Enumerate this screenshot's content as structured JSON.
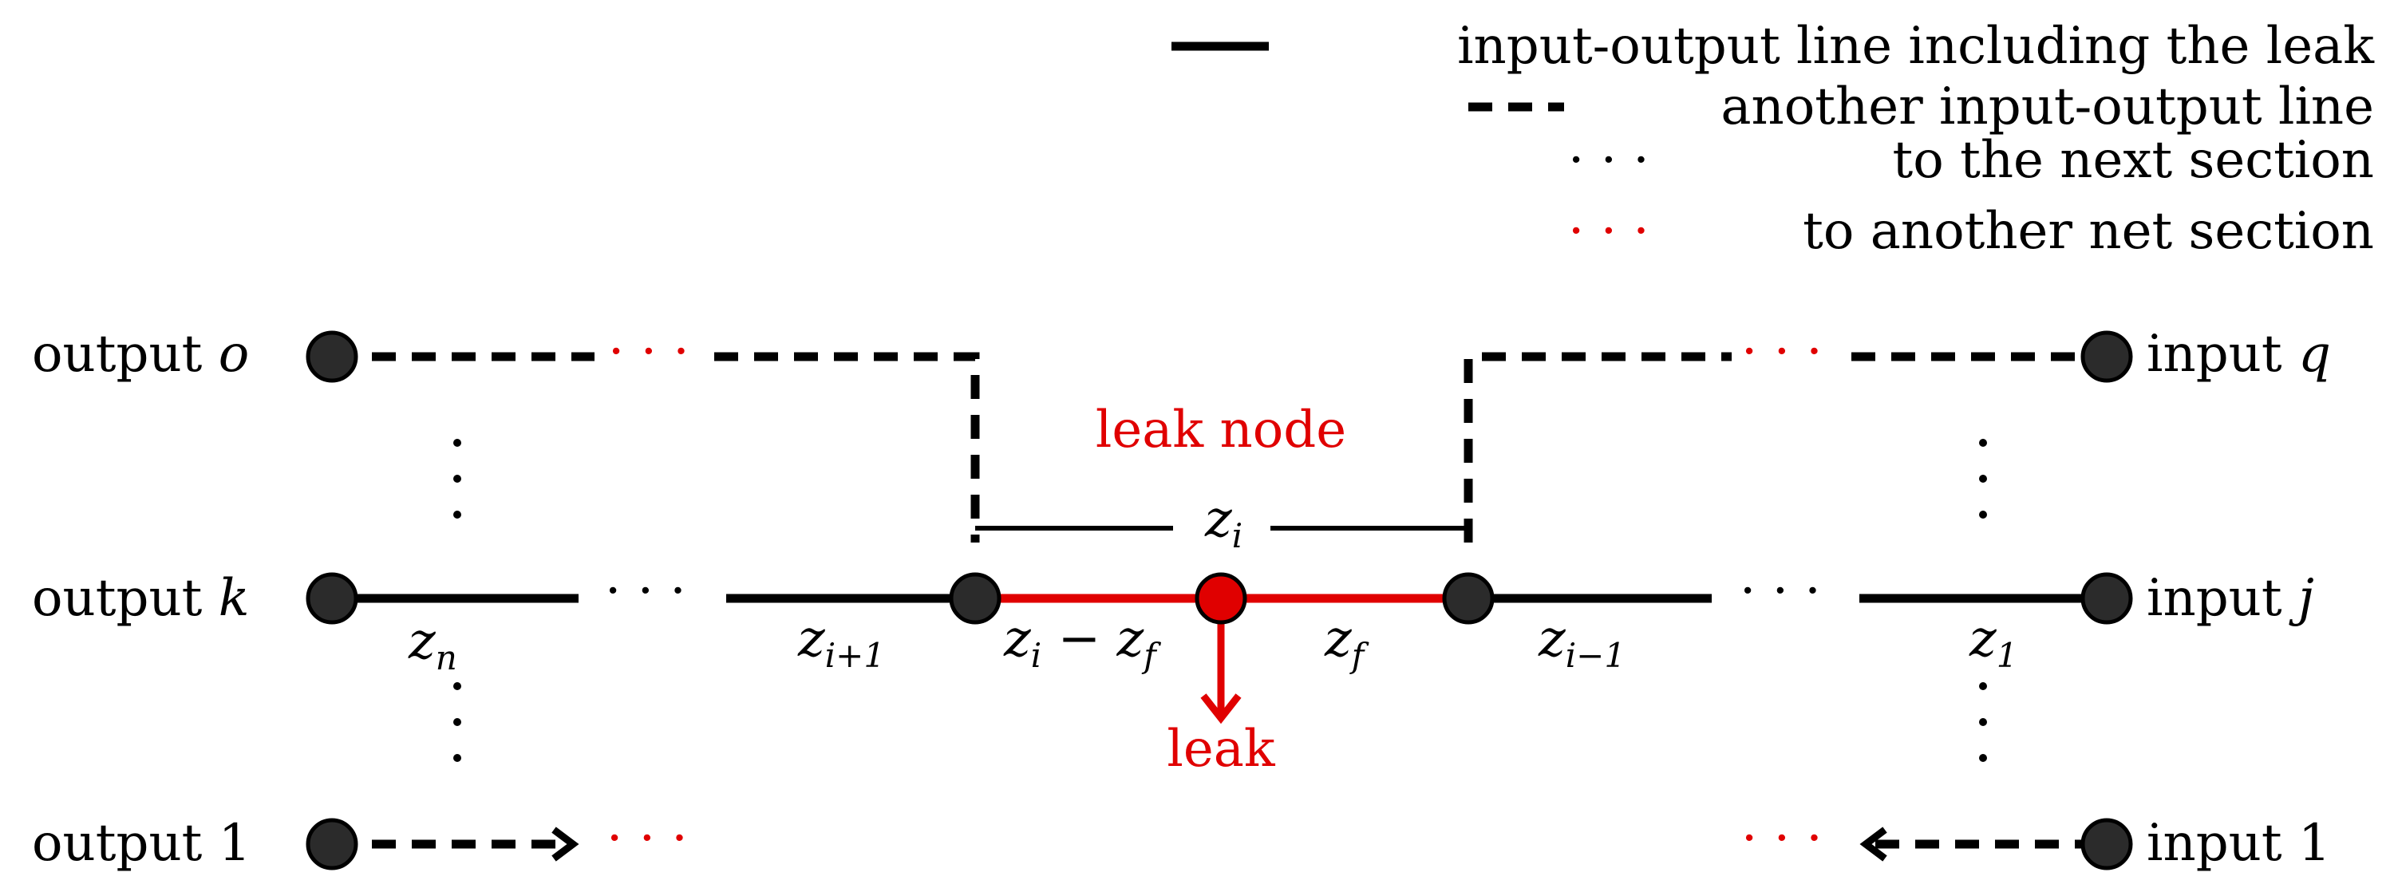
{
  "colors": {
    "line": "#000000",
    "leak": "#e00000",
    "node_fill": "#2b2b2b"
  },
  "legend": {
    "solid_label": "input-output line including the leak",
    "dashed_label": "another input-output line",
    "dots_label": "to the next section",
    "red_dots_label": "to another net section",
    "dots_symbol": "· · ·"
  },
  "left": {
    "output_o": "output",
    "output_o_var": "o",
    "output_k": "output",
    "output_k_var": "k",
    "output_1": "output 1"
  },
  "right": {
    "input_q": "input",
    "input_q_var": "q",
    "input_j": "input",
    "input_j_var": "j",
    "input_1": "input 1"
  },
  "center": {
    "leak_node": "leak node",
    "leak": "leak",
    "dots": "· · ·"
  },
  "segments": {
    "z_n": "z",
    "z_n_sub": "n",
    "z_i_plus_1": "z",
    "z_i_plus_1_sub": "i+1",
    "z_i_minus_zf_a": "z",
    "z_i_minus_zf_a_sub": "i",
    "z_i_minus_zf_op": " − ",
    "z_i_minus_zf_b": "z",
    "z_i_minus_zf_b_sub": "f",
    "z_f": "z",
    "z_f_sub": "f",
    "z_i_minus_1": "z",
    "z_i_minus_1_sub": "i−1",
    "z_1": "z",
    "z_1_sub": "1",
    "z_i_bracket": "z",
    "z_i_bracket_sub": "i"
  }
}
